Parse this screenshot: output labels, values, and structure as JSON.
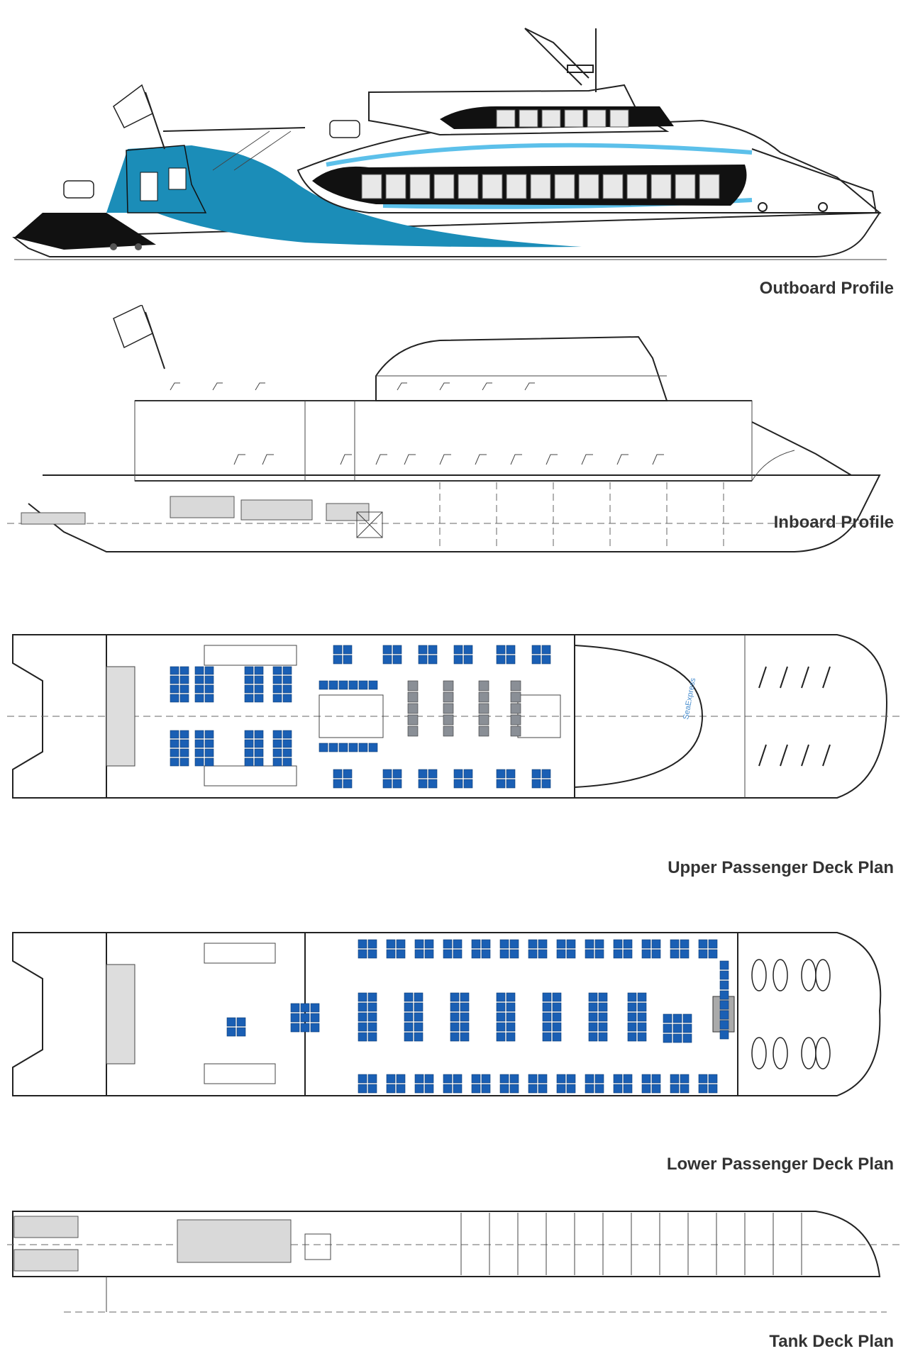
{
  "colors": {
    "hull_teal": "#1b8db8",
    "stripe_light": "#5cc0ea",
    "seat_blue": "#1a5fb4",
    "seat_grey": "#8a8f96",
    "line": "#222222",
    "caption": "#333333"
  },
  "panels": [
    {
      "id": "outboard",
      "caption": "Outboard Profile"
    },
    {
      "id": "inboard",
      "caption": "Inboard Profile"
    },
    {
      "id": "upper",
      "caption": "Upper Passenger Deck Plan"
    },
    {
      "id": "lower",
      "caption": "Lower Passenger Deck Plan"
    },
    {
      "id": "tank",
      "caption": "Tank Deck Plan"
    }
  ],
  "logo_text": "SeaExpress"
}
